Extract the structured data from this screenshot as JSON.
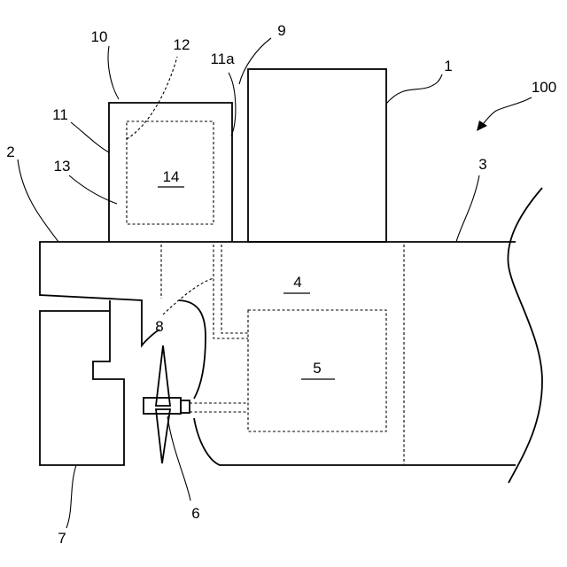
{
  "labels": {
    "ref_1": "1",
    "ref_2": "2",
    "ref_3": "3",
    "ref_4": "4",
    "ref_5": "5",
    "ref_6": "6",
    "ref_7": "7",
    "ref_8": "8",
    "ref_9": "9",
    "ref_10": "10",
    "ref_11": "11",
    "ref_11a": "11a",
    "ref_12": "12",
    "ref_13": "13",
    "ref_14": "14",
    "ref_100": "100"
  }
}
